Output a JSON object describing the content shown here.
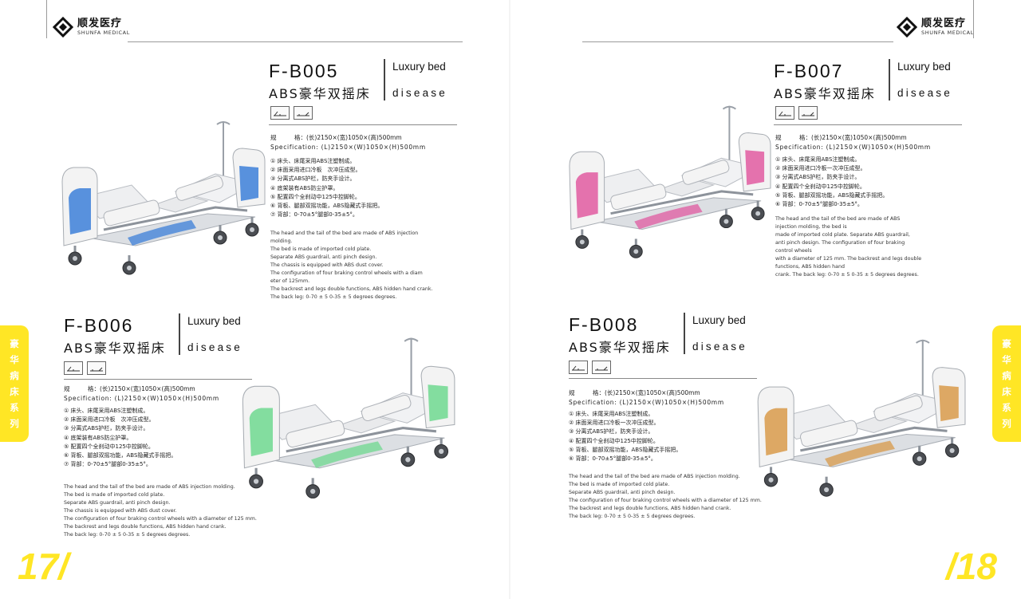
{
  "brand": {
    "cn": "顺发医疗",
    "en": "SHUNFA MEDICAL"
  },
  "icons": [
    "bed-backrest-icon",
    "bed-legrest-icon"
  ],
  "products": [
    {
      "model": "F-B005",
      "name_cn": "ABS豪华双摇床",
      "name_en_1": "Luxury bed",
      "name_en_2": "disease",
      "spec_cn": "规　　　格：(长)2150×(宽)1050×(高)500mm",
      "spec_en": "Specification: (L)2150×(W)1050×(H)500mm",
      "color": "#3c7fd8",
      "features": [
        "① 床头、床尾采用ABS注塑制成。",
        "② 床面采用进口冷板　次冲压成型。",
        "③ 分离式ABS护栏，防夹手设计。",
        "④ 底架装有ABS防尘护罩。",
        "⑤ 配置四个全刹动中125中控脚轮。",
        "⑥ 背板、腿部双摇功能，ABS隐藏式手摇把。",
        "⑦ 背部：0-70±5°腿部0-35±5°。"
      ],
      "description": [
        "The head and the tail of the bed are made of ABS injection",
        "molding.",
        "The bed is made of imported cold plate.",
        "Separate ABS guardrail, anti pinch design.",
        "The chassis is equipped with ABS dust cover.",
        "The configuration of four braking control wheels with a diam",
        "eter of 125mm.",
        "The backrest and legs double functions, ABS hidden hand crank.",
        "The back leg: 0-70 ± 5 0-35 ± 5 degrees degrees."
      ]
    },
    {
      "model": "F-B007",
      "name_cn": "ABS豪华双摇床",
      "name_en_1": "Luxury bed",
      "name_en_2": "disease",
      "spec_cn": "规　　　格：(长)2150×(宽)1050×(高)500mm",
      "spec_en": "Specification: (L)2150×(W)1050×(H)500mm",
      "color": "#e05aa0",
      "features": [
        "① 床头、床尾采用ABS注塑制成。",
        "② 床面采用进口冷板一次冲压成型。",
        "③ 分离式ABS护栏，防夹手设计。",
        "④ 配置四个全刹动中125中控脚轮。",
        "⑤ 背板、腿部双摇功能，ABS隐藏式手摇把。",
        "⑥ 背部：0-70±5°腿部0-35±5°。"
      ],
      "description": [
        "The head and the tail of the bed are made of ABS",
        "injection molding, the bed is",
        "made of imported cold plate. Separate ABS guardrail,",
        "anti pinch design. The configuration of four braking",
        "control wheels",
        "with a diameter of 125 mm. The backrest and legs double",
        "functions, ABS hidden hand",
        "crank. The back leg: 0-70 ± 5 0-35 ± 5 degrees degrees."
      ]
    },
    {
      "model": "F-B006",
      "name_cn": "ABS豪华双摇床",
      "name_en_1": "Luxury bed",
      "name_en_2": "disease",
      "spec_cn": "规　　　格：(长)2150×(宽)1050×(高)500mm",
      "spec_en": "Specification: (L)2150×(W)1050×(H)500mm",
      "color": "#6fd88f",
      "features": [
        "① 床头、床尾采用ABS注塑制成。",
        "② 床面采用进口冷板　次冲压成型。",
        "③ 分离式ABS护栏，防夹手设计。",
        "④ 底架装有ABS防尘护罩。",
        "⑤ 配置四个全刹动中125中控脚轮。",
        "⑥ 背板、腿部双摇功能，ABS隐藏式手摇把。",
        "⑦ 背部：0-70±5°腿部0-35±5°。"
      ],
      "description": [
        "The head and the tail of the bed are made of ABS injection molding.",
        "The bed is made of imported cold plate.",
        "Separate ABS guardrail, anti pinch design.",
        "The chassis is equipped with ABS dust cover.",
        "The configuration of four braking control wheels with a diameter of 125 mm.",
        "The backrest and legs double functions, ABS hidden hand crank.",
        "The back leg: 0-70 ± 5 0-35 ± 5 degrees degrees."
      ]
    },
    {
      "model": "F-B008",
      "name_cn": "ABS豪华双摇床",
      "name_en_1": "Luxury bed",
      "name_en_2": "disease",
      "spec_cn": "规　　　格：(长)2150×(宽)1050×(高)500mm",
      "spec_en": "Specification: (L)2150×(W)1050×(H)500mm",
      "color": "#d89a4a",
      "features": [
        "① 床头、床尾采用ABS注塑制成。",
        "② 床面采用进口冷板一次冲压成型。",
        "③ 分离式ABS护栏，防夹手设计。",
        "④ 配置四个全刹动中125中控脚轮。",
        "⑤ 背板、腿部双摇功能，ABS隐藏式手摇把。",
        "⑥ 背部：0-70±5°腿部0-35±5°。"
      ],
      "description": [
        "The head and the tail of the bed are made of ABS injection molding.",
        "The bed is made of imported cold plate.",
        "Separate ABS guardrail, anti pinch design.",
        "The configuration of four braking control wheels with a diameter of 125 mm.",
        "The backrest and legs double functions, ABS hidden hand crank.",
        "The back leg: 0-70 ± 5 0-35 ± 5 degrees degrees."
      ]
    }
  ],
  "side_tab": {
    "chars": [
      "豪",
      "华",
      "病",
      "床",
      "系",
      "列"
    ],
    "color": "#ffe625"
  },
  "pages": {
    "left": "17/",
    "right": "/18"
  }
}
